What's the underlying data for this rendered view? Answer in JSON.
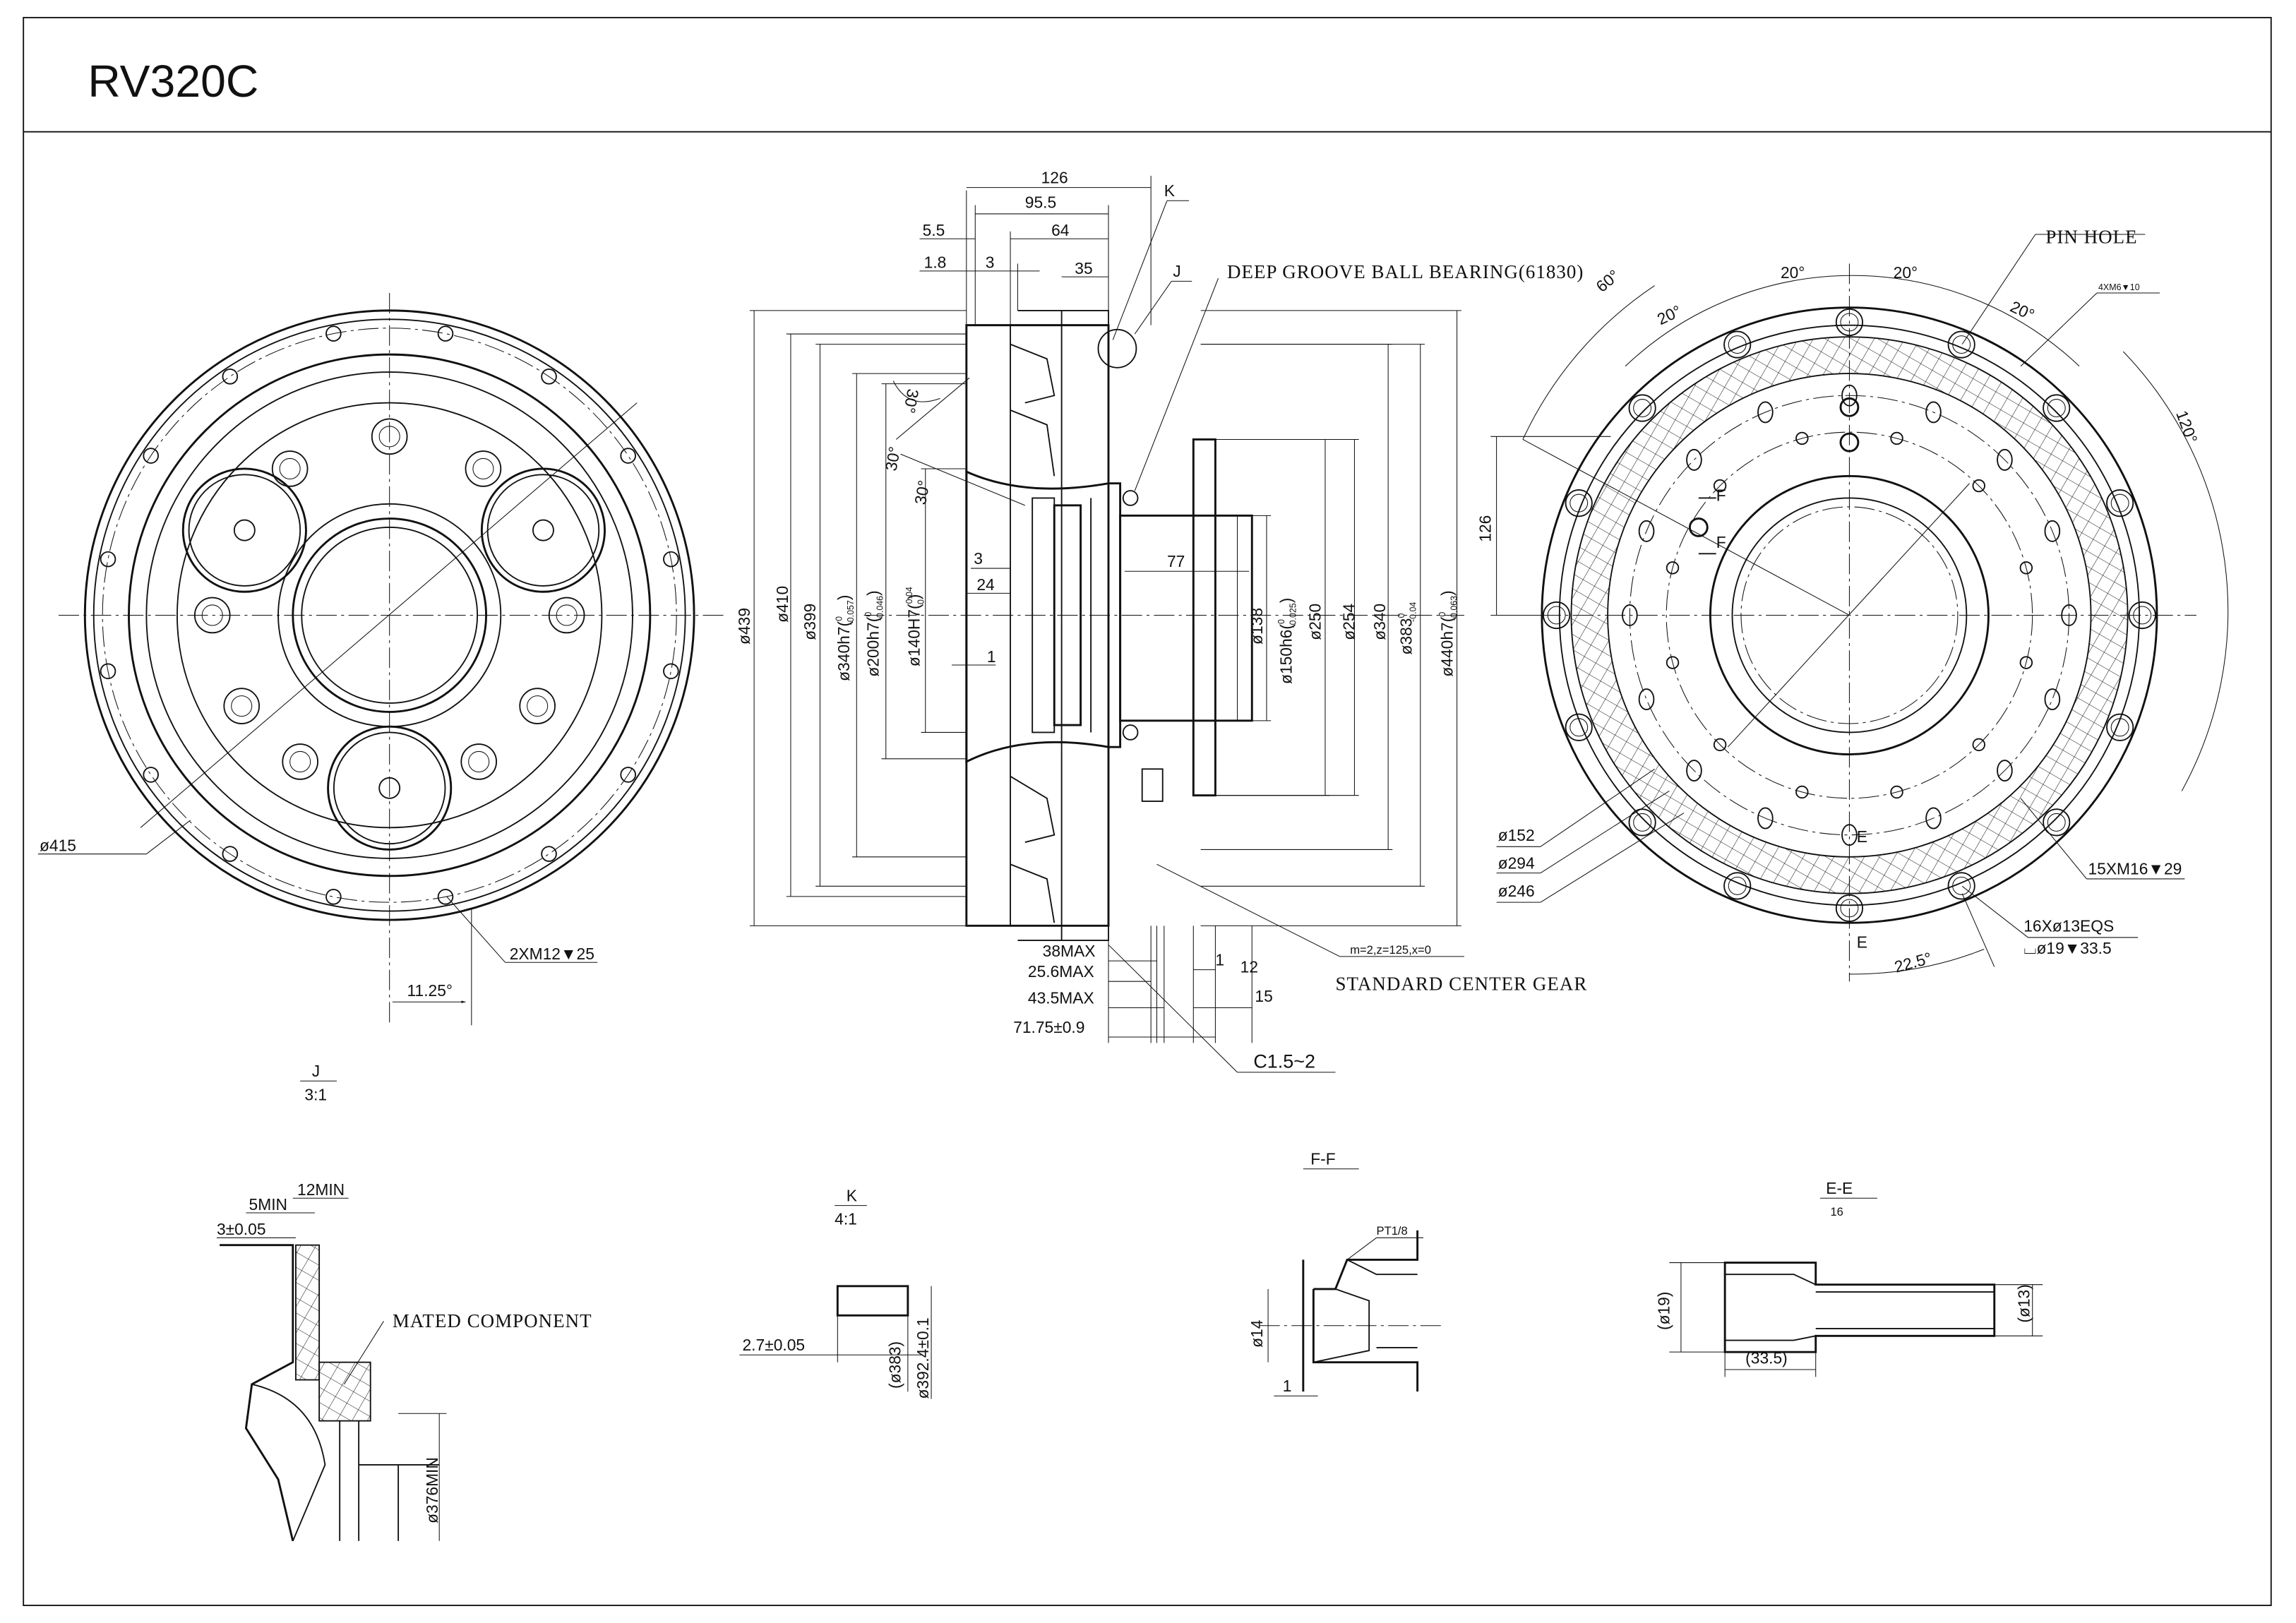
{
  "title": "RV320C",
  "front_view": {
    "dia_outer": "ø415",
    "tap_holes": "2XM12▼25",
    "angle": "11.25°"
  },
  "section_view": {
    "dim_126": "126",
    "dim_95_5": "95.5",
    "dim_5_5": "5.5",
    "dim_64": "64",
    "dim_1_8": "1.8",
    "dim_3_top": "3",
    "dim_35": "35",
    "label_k": "K",
    "label_j": "J",
    "bearing": "DEEP GROOVE BALL BEARING(61830)",
    "angle_a": "30°",
    "angle_b": "30°",
    "angle_c": "30°",
    "d439": "ø439",
    "d410": "ø410",
    "d399": "ø399",
    "d340h7": {
      "main": "ø340h7(",
      "up": "0",
      "low": "-0.057",
      "close": ")"
    },
    "d200h7": {
      "main": "ø200h7(",
      "up": "0",
      "low": "-0.046",
      "close": ")"
    },
    "d140H7": {
      "main": "ø140H7(",
      "up": "0.04",
      "low": "0",
      "close": ")"
    },
    "dim_3_mid": "3",
    "dim_24": "24",
    "dim_1": "1",
    "dim_77": "77",
    "d138": "ø138",
    "d150h6": {
      "main": "ø150h6(",
      "up": "0",
      "low": "-0.025",
      "close": ")"
    },
    "d250": "ø250",
    "d254": "ø254",
    "d340": "ø340",
    "d383": {
      "main": "ø383",
      "up": "0",
      "low": "-0.04"
    },
    "d440h7": {
      "main": "ø440h7(",
      "up": "0",
      "low": "-0.063",
      "close": ")"
    },
    "max38": "38MAX",
    "max25_6": "25.6MAX",
    "max43_5": "43.5MAX",
    "dim_71_75": "71.75±0.9",
    "dim_12": "12",
    "dim_1b": "1",
    "dim_15": "15",
    "gear_spec": "m=2,z=125,x=0",
    "center_gear": "STANDARD CENTER GEAR",
    "chamfer": "C1.5~2"
  },
  "rear_view": {
    "pin_hole": "PIN HOLE",
    "tap_m6": "4XM6▼10",
    "a60": "60°",
    "a20_1": "20°",
    "a20_2": "20°",
    "a20_3": "20°",
    "a20_4": "20°",
    "a120": "120°",
    "dim_126": "126",
    "f1": "F",
    "f2": "F",
    "d152": "ø152",
    "d294": "ø294",
    "d246": "ø246",
    "e1": "E",
    "e2": "E",
    "tap_m16": "15XM16▼29",
    "holes_13": "16Xø13EQS",
    "cbore": "⌴ø19▼33.5",
    "a22_5": "22.5°"
  },
  "detail_j": {
    "label": "J",
    "scale": "3:1",
    "min5": "5MIN",
    "min12": "12MIN",
    "dim_3": "3±0.05",
    "mated": "MATED COMPONENT",
    "d376": "ø376MIN"
  },
  "detail_k": {
    "label": "K",
    "scale": "4:1",
    "dim_2_7": "2.7±0.05",
    "d383": "(ø383)",
    "d392": "ø392.4±0.1"
  },
  "section_ff": {
    "label": "F-F",
    "pt": "PT1/8",
    "d14": "ø14",
    "dim_1": "1"
  },
  "section_ee": {
    "label": "E-E",
    "scale": "16",
    "d19": "(ø19)",
    "d13": "(ø13)",
    "dim_33_5": "(33.5)"
  }
}
